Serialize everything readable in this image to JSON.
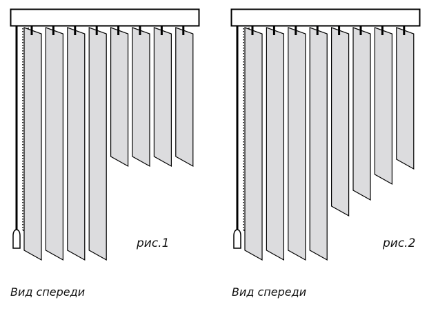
{
  "figures": [
    {
      "caption": "рис.1",
      "view_label": "Вид спереди"
    },
    {
      "caption": "рис.2",
      "view_label": "Вид спереди"
    }
  ],
  "colors": {
    "slat_fill": "#dcdcde",
    "outline": "#000000"
  }
}
